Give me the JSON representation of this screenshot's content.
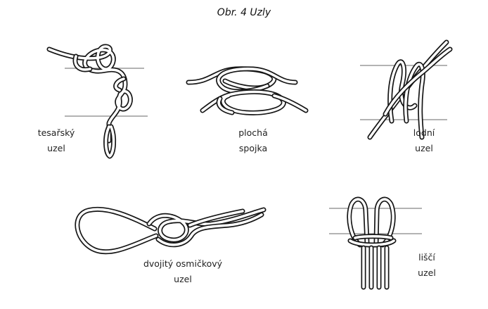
{
  "title": "Obr. 4 Uzly",
  "knots": [
    {
      "id": "tesarsky",
      "line1": "tesařský",
      "line2": "uzel"
    },
    {
      "id": "plocha",
      "line1": "plochá",
      "line2": "spojka"
    },
    {
      "id": "lodni",
      "line1": "lodní",
      "line2": "uzel"
    },
    {
      "id": "dvojity",
      "line1": "dvojitý osmičkový",
      "line2": "uzel"
    },
    {
      "id": "lisci",
      "line1": "liščí",
      "line2": "uzel"
    }
  ],
  "colors": {
    "rope": "#161616",
    "bar": "#9a9a9a",
    "text": "#222222"
  }
}
